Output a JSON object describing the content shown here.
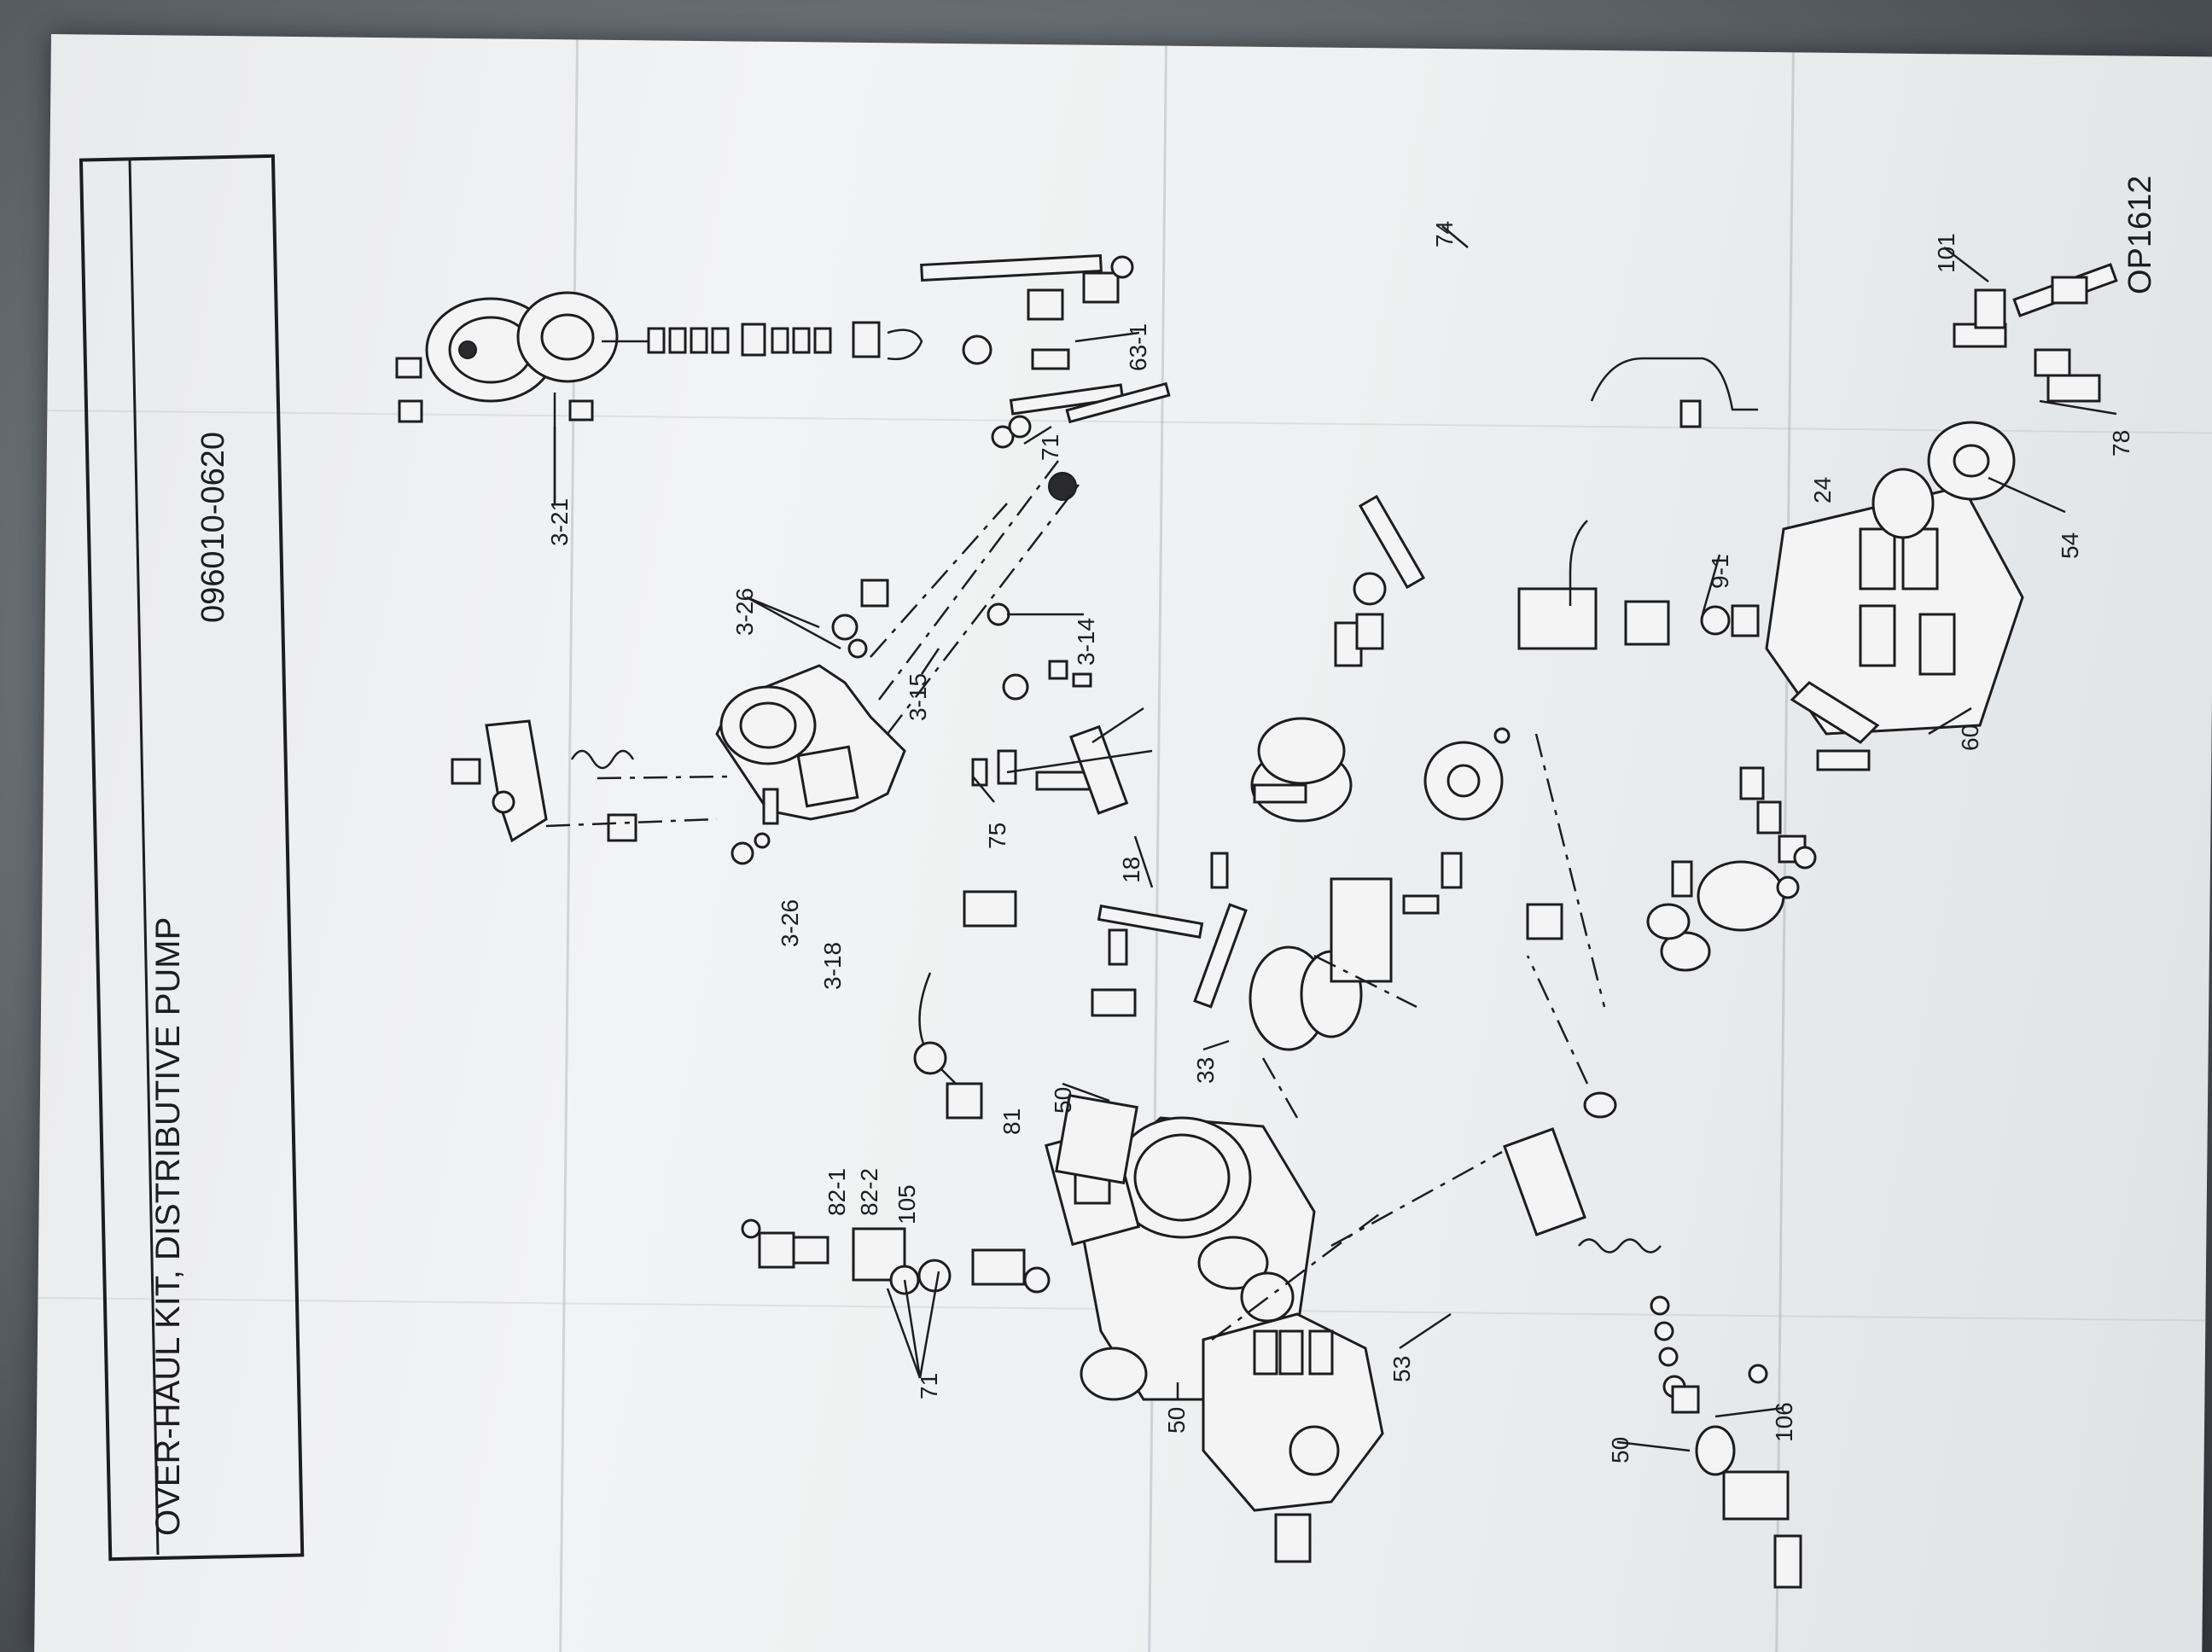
{
  "title_box": {
    "title": "OVER-HAUL KIT, DISTRIBUTIVE PUMP",
    "part_number": "096010-0620"
  },
  "figure_code": "OP1612",
  "callouts": [
    "3-21",
    "3-26",
    "3-26",
    "3-14",
    "3-15",
    "3-18",
    "75",
    "18",
    "71",
    "63-1",
    "74",
    "9-1",
    "24",
    "54",
    "78",
    "101",
    "60",
    "33",
    "50",
    "81",
    "82-1",
    "82-2",
    "105",
    "71",
    "53",
    "50",
    "106",
    "50"
  ]
}
